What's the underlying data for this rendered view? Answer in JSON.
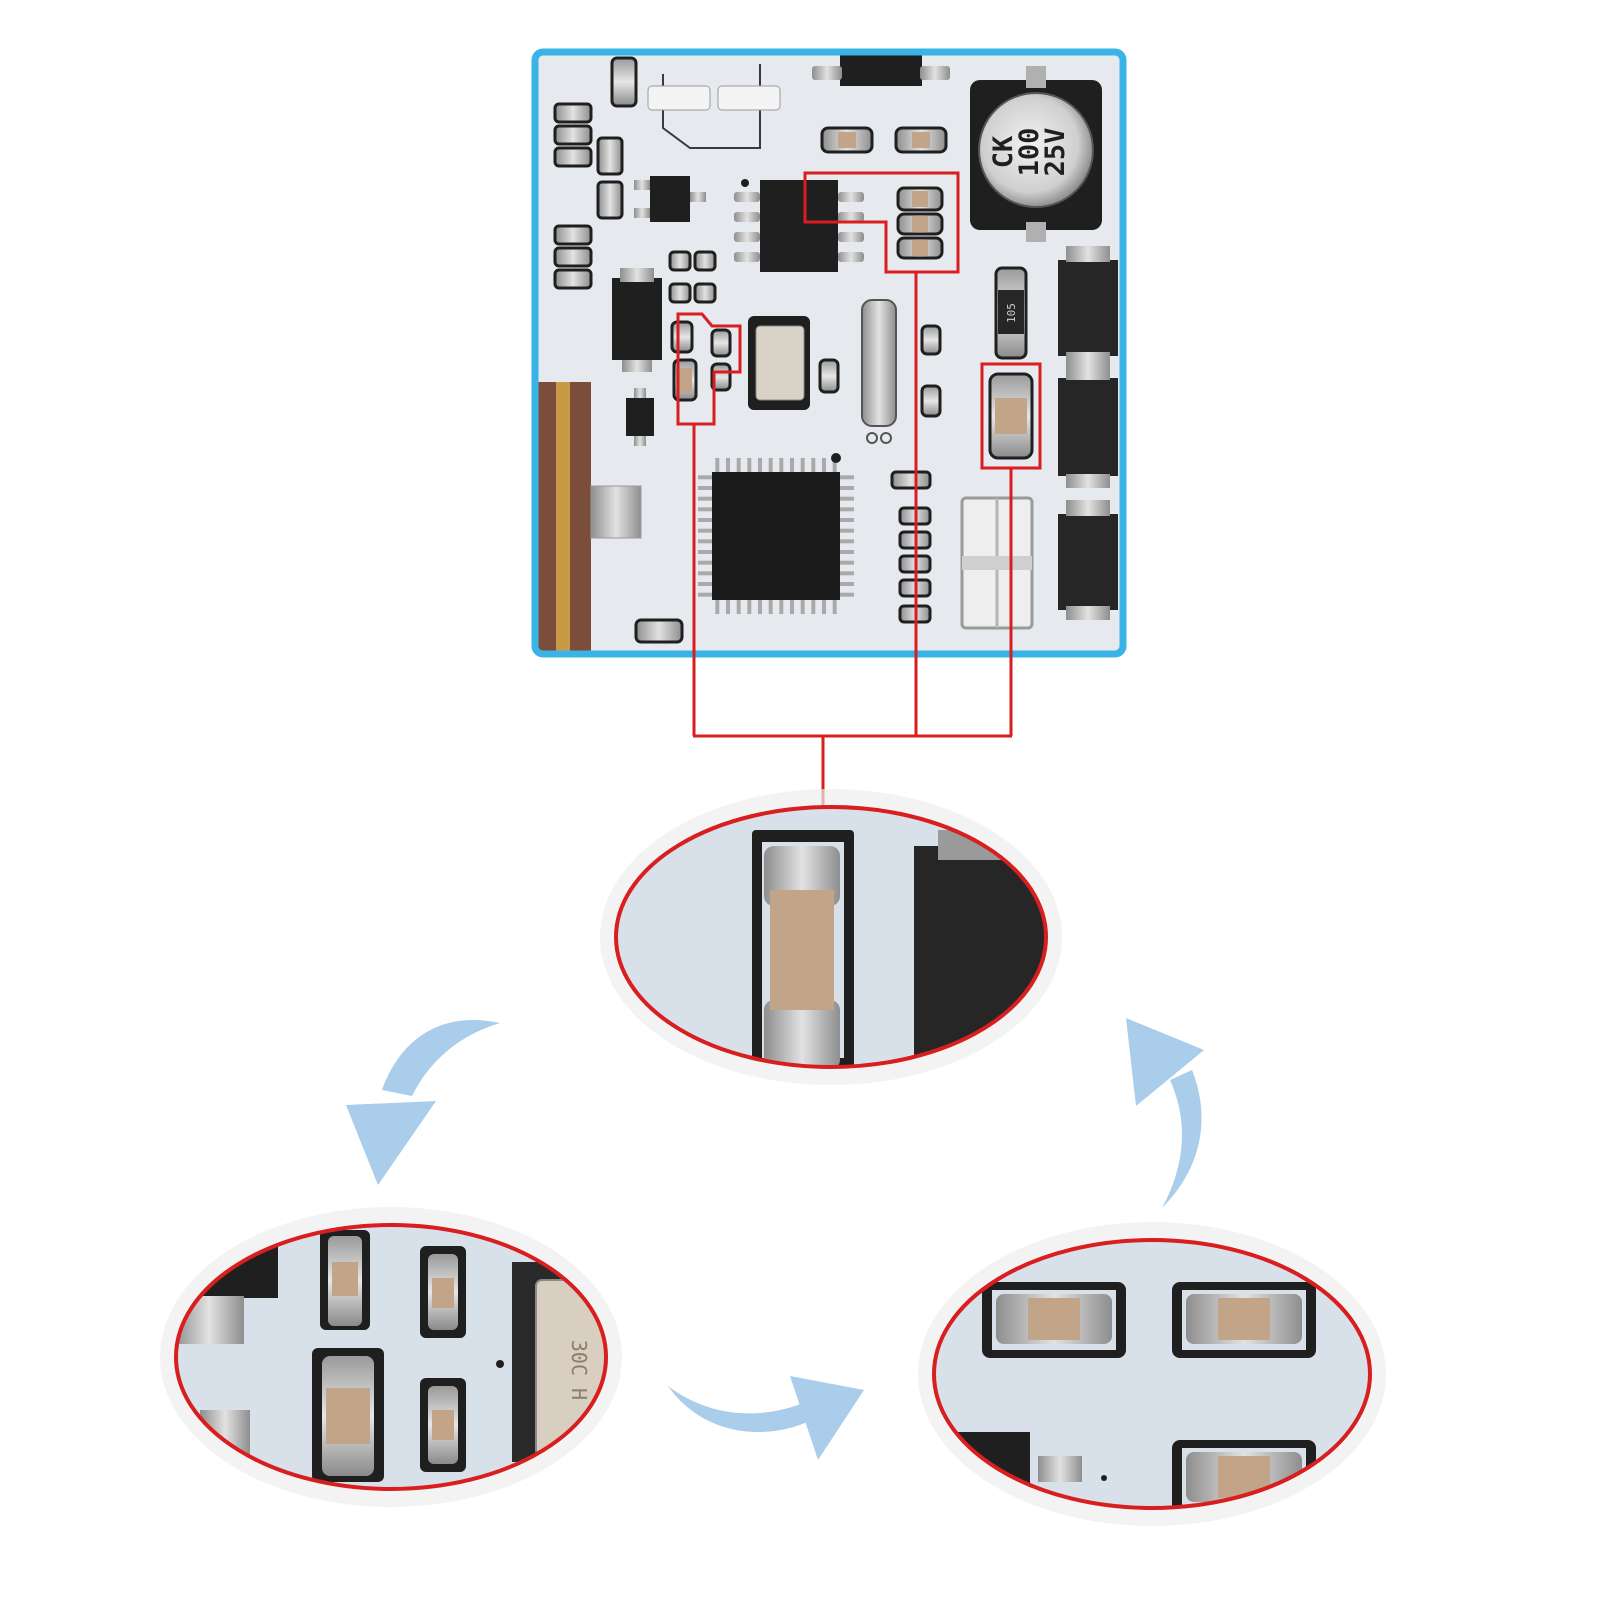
{
  "colors": {
    "page_background": "#ffffff",
    "board_border": "#3ab4e6",
    "pcb_surface": "#e6eaef",
    "highlight_red": "#d81e1e",
    "arrow_blue": "#a9cdea",
    "chip_black": "#1f1f1f",
    "ceramic_tan": "#c2a488",
    "solder_silver": "#b8b8b8"
  },
  "board": {
    "capacitor_marking": [
      "CK",
      "100",
      "25V"
    ],
    "resistor_marking": "105"
  },
  "icons": [
    "arrow-curved-left-icon",
    "arrow-curved-right-icon",
    "arrow-curved-up-icon"
  ],
  "zoom_views": [
    "single-capacitor-closeup",
    "capacitor-column-closeup",
    "capacitor-pairs-closeup"
  ],
  "crystal_marking": "30C H"
}
